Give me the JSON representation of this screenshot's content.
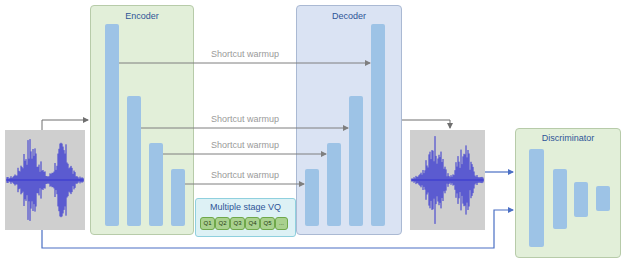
{
  "diagram": {
    "nodes": [
      {
        "text": [
          "Encoder"
        ]
      },
      {
        "text": [
          "Multiple stage VQ"
        ]
      },
      {
        "text": [
          "Q1"
        ],
        "in": 1
      },
      {
        "text": [
          "Q2"
        ],
        "in": 1
      },
      {
        "text": [
          "Q3"
        ],
        "in": 1
      },
      {
        "text": [
          "Q4"
        ],
        "in": 1
      },
      {
        "text": [
          "Q5"
        ],
        "in": 1
      },
      {
        "text": [
          "..."
        ],
        "in": 1
      },
      {
        "text": [
          "Decoder"
        ]
      },
      {
        "text": [
          "Discriminator"
        ]
      }
    ],
    "edges": [
      {
        "from": 0,
        "to": 8,
        "label": "Shortcut warmup",
        "arrow": "to"
      },
      {
        "from": 0,
        "to": 8,
        "label": "Shortcut warmup",
        "arrow": "to"
      },
      {
        "from": 0,
        "to": 8,
        "label": "Shortcut warmup",
        "arrow": "to"
      },
      {
        "from": 0,
        "to": 8,
        "label": "Shortcut warmup",
        "arrow": "to"
      }
    ]
  }
}
